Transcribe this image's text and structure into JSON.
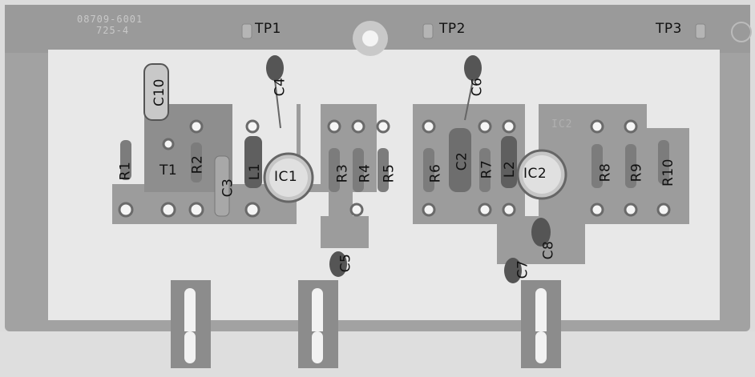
{
  "board": {
    "stamp_line1": "08709-6001",
    "stamp_line2": "725-4",
    "silk_ic2": "IC2"
  },
  "test_points": {
    "tp1": "TP1",
    "tp2": "TP2",
    "tp3": "TP3"
  },
  "components": {
    "c10": "C10",
    "c4": "C4",
    "c6": "C6",
    "r1": "R1",
    "t1": "T1",
    "r2": "R2",
    "c3": "C3",
    "l1": "L1",
    "ic1": "IC1",
    "r3": "R3",
    "r4": "R4",
    "r5": "R5",
    "r6": "R6",
    "c2": "C2",
    "r7": "R7",
    "l2": "L2",
    "ic2": "IC2",
    "r8": "R8",
    "r9": "R9",
    "r10": "R10",
    "c5": "C5",
    "c7": "C7",
    "c8": "C8"
  }
}
